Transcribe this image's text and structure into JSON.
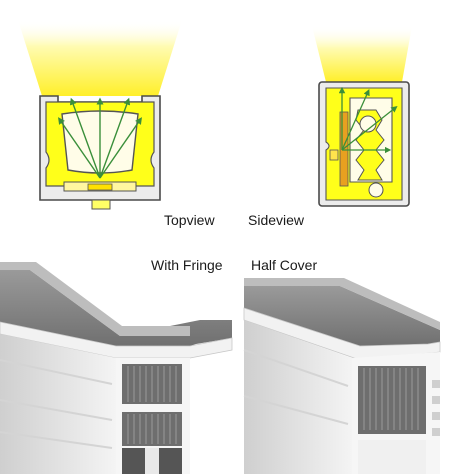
{
  "labels": {
    "topview": "Topview",
    "sideview": "Sideview",
    "with_fringe": "With Fringe",
    "half_cover": "Half Cover"
  },
  "colors": {
    "light_yellow": "#ffff66",
    "led_yellow": "#ffff00",
    "housing_grey": "#e9e9e9",
    "outline": "#555555",
    "arrow_green": "#3a8f3a",
    "chip_orange": "#e8a020",
    "profile_grey": "#808080"
  },
  "icons": [
    "light-beam",
    "arrow",
    "led-chip",
    "pcb-strip"
  ]
}
